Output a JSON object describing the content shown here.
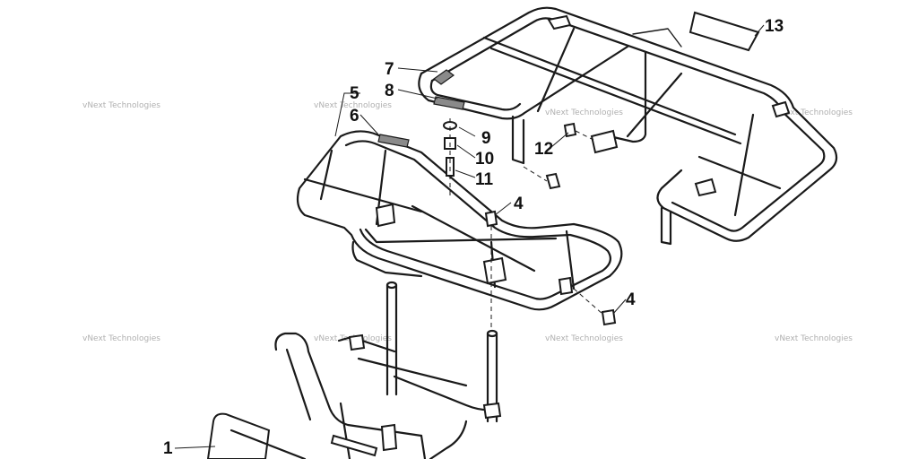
{
  "callouts": {
    "c1": "1",
    "c4a": "4",
    "c4b": "4",
    "c5": "5",
    "c6": "6",
    "c7": "7",
    "c8": "8",
    "c9": "9",
    "c10": "10",
    "c11": "11",
    "c12": "12",
    "c13": "13"
  },
  "watermark": {
    "text": "vNext Technologies"
  }
}
